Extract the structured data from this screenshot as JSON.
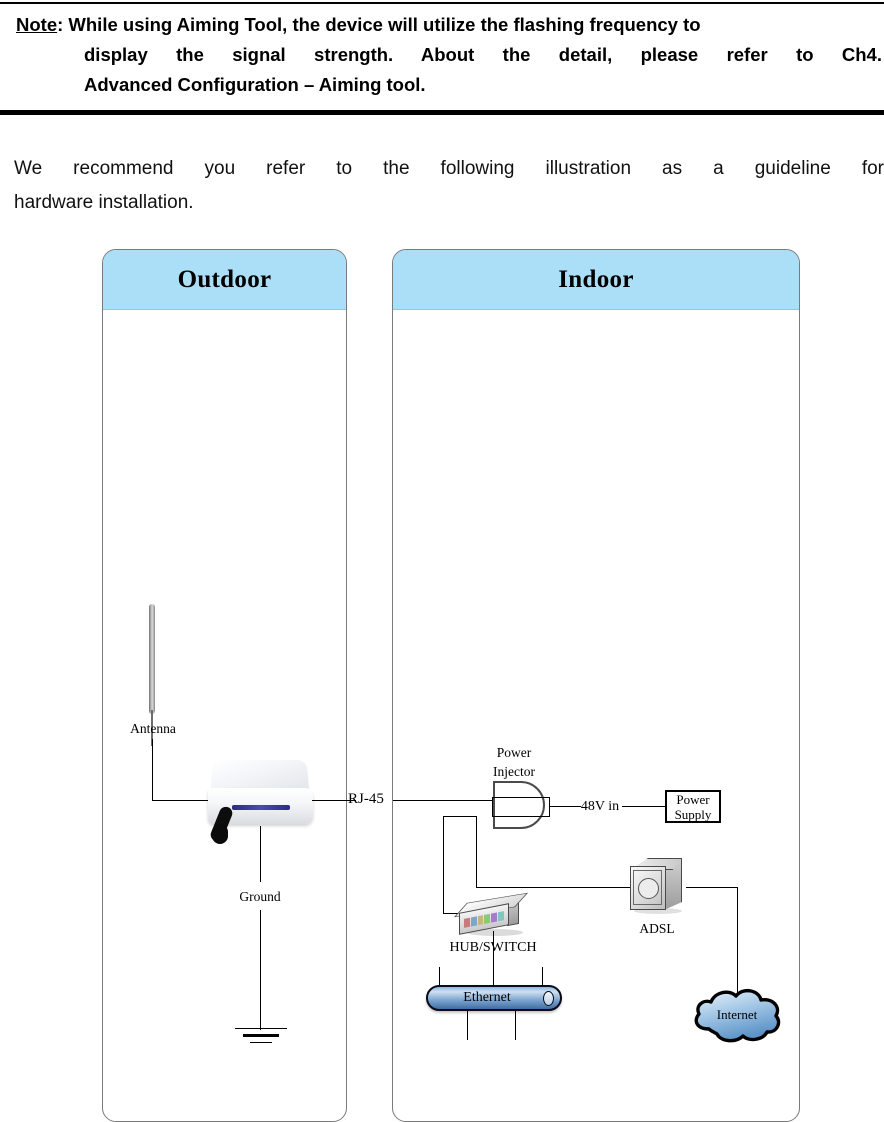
{
  "note": {
    "label": "Note",
    "line1": ": While using Aiming Tool, the device will utilize the flashing frequency to",
    "line2": "display the signal strength. About the detail, please refer to Ch4.",
    "line3": "Advanced Configuration – Aiming tool."
  },
  "intro": {
    "line1": "We recommend you refer to the following illustration as a guideline for",
    "line2": "hardware installation."
  },
  "diagram": {
    "panels": [
      {
        "id": "outdoor",
        "title": "Outdoor"
      },
      {
        "id": "indoor",
        "title": "Indoor"
      }
    ],
    "labels": {
      "antenna": "Antenna",
      "ground": "Ground",
      "rj45": "RJ-45",
      "power_injector_line1": "Power",
      "power_injector_line2": "Injector",
      "volts_in": "48V in",
      "power_supply_line1": "Power",
      "power_supply_line2": "Supply",
      "adsl": "ADSL",
      "hub_switch": "HUB/SWITCH",
      "ethernet": "Ethernet",
      "internet": "Internet"
    },
    "colors": {
      "panel_header": "#ABDFF8",
      "panel_border": "#7a7a7a",
      "wire": "#000000",
      "ethernet_bar": "#7ea7d2",
      "cloud": "#79a9d6",
      "device_led": "#2b2b86"
    }
  }
}
